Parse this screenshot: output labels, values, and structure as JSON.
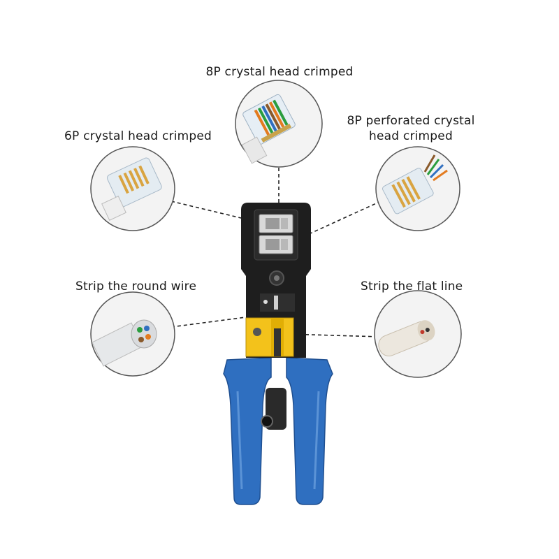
{
  "callouts": {
    "crimp_8p": "8P crystal head crimped",
    "crimp_6p": "6P crystal head crimped",
    "crimp_8p_perforated": "8P perforated crystal head crimped",
    "strip_round": "Strip the round wire",
    "strip_flat": "Strip the flat line"
  },
  "colors": {
    "handle_blue": "#2f6fc0",
    "body_black": "#1e1e1e",
    "stripper_yellow": "#f3c21b",
    "circle_border": "#555555",
    "leader_line": "#222222"
  },
  "icons": [
    "crimping-tool",
    "rj45-connector-icon",
    "rj11-connector-icon",
    "pass-through-connector-icon",
    "round-cable-icon",
    "flat-cable-icon"
  ]
}
